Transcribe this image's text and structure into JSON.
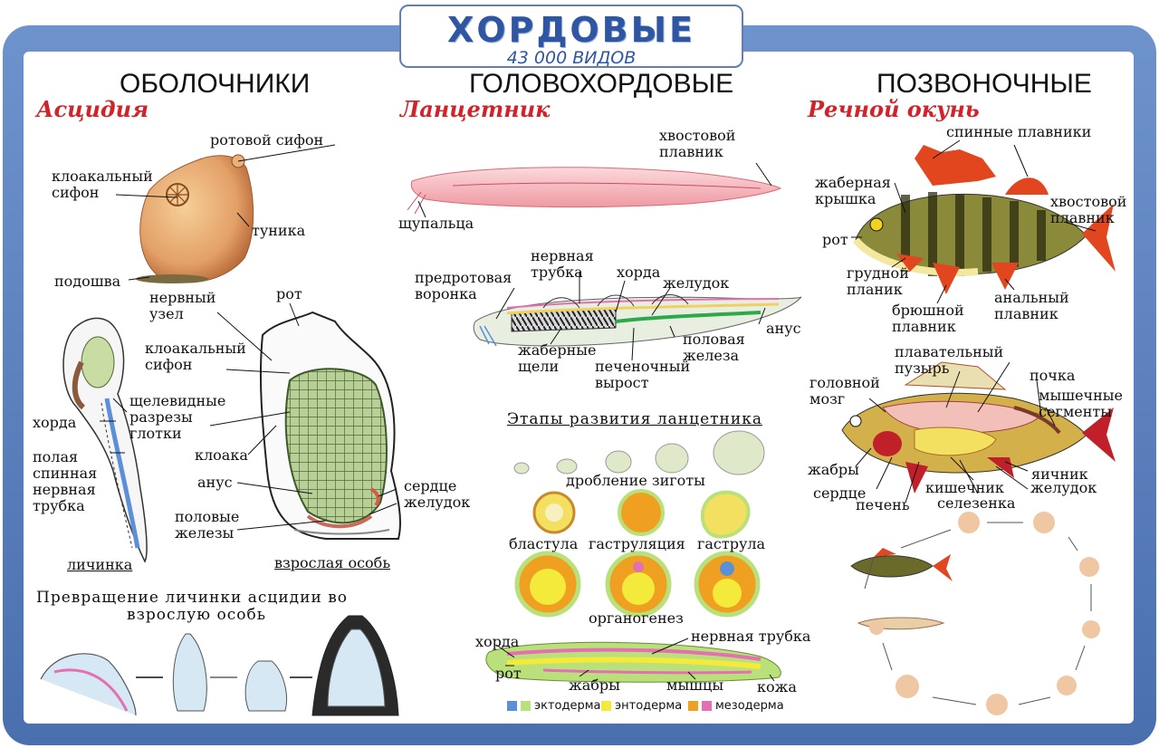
{
  "banner": {
    "title": "ХОРДОВЫЕ",
    "subtitle": "43 000 ВИДОВ"
  },
  "sections": {
    "tunicates": {
      "title": "ОБОЛОЧНИКИ",
      "species": "Асцидия"
    },
    "cephalochordates": {
      "title": "ГОЛОВОХОРДОВЫЕ",
      "species": "Ланцетник"
    },
    "vertebrates": {
      "title": "ПОЗВОНОЧНЫЕ",
      "species": "Речной окунь"
    }
  },
  "ascidian": {
    "oral_siphon": "ротовой сифон",
    "cloacal_siphon_top": [
      "клоакальный",
      "сифон"
    ],
    "tunic": "туника",
    "sole": "подошва",
    "nerve_ganglion": [
      "нервный",
      "узел"
    ],
    "mouth": "рот",
    "cloacal_siphon": [
      "клоакальный",
      "сифон"
    ],
    "gill_slits": [
      "щелевидные",
      "разрезы",
      "глотки"
    ],
    "chord": "хорда",
    "nerve_tube": [
      "полая",
      "спинная",
      "нервная",
      "трубка"
    ],
    "cloaca": "клоака",
    "anus": "анус",
    "gonads": [
      "половые",
      "железы"
    ],
    "heart": "сердце",
    "stomach": "желудок",
    "larva": "личинка",
    "adult": "взрослая особь",
    "transform_title": [
      "Превращение  личинки  асцидии во",
      "взрослую особь"
    ]
  },
  "lancelet": {
    "tail_fin": [
      "хвостовой",
      "плавник"
    ],
    "tentacles": "щупальца",
    "nerve_tube": [
      "нервная",
      "трубка"
    ],
    "preoral_funnel": [
      "предротовая",
      "воронка"
    ],
    "chord": "хорда",
    "stomach": "желудок",
    "anus": "анус",
    "gill_slits": [
      "жаберные",
      "щели"
    ],
    "liver_outgrowth": [
      "печеночный",
      "вырост"
    ],
    "gonad": [
      "половая",
      "железа"
    ],
    "stages_title": "Этапы развития ланцетника",
    "cleavage": "дробление зиготы",
    "blastula": "бластула",
    "gastrulation": "гаструляция",
    "gastrula": "гаструла",
    "organogenesis": "органогенез",
    "embryo_chord": "хорда",
    "embryo_nerve_tube": "нервная трубка",
    "embryo_mouth": "рот",
    "embryo_gills": "жабры",
    "embryo_muscles": "мышцы",
    "embryo_skin": "кожа",
    "legend": [
      {
        "label": "эктодерма",
        "colors": [
          "#5b8fd8",
          "#b9e07a"
        ]
      },
      {
        "label": "энтодерма",
        "colors": [
          "#f4ea3c"
        ]
      },
      {
        "label": "мезодерма",
        "colors": [
          "#f0a020",
          "#e46fb2"
        ]
      }
    ]
  },
  "perch": {
    "dorsal_fins": "спинные плавники",
    "gill_cover": [
      "жаберная",
      "крышка"
    ],
    "tail_fin": [
      "хвостовой",
      "плавник"
    ],
    "mouth": "рот",
    "pectoral_fin": [
      "грудной",
      "планик"
    ],
    "ventral_fin": [
      "брюшной",
      "плавник"
    ],
    "anal_fin": [
      "анальный",
      "плавник"
    ],
    "swim_bladder": [
      "плавательный",
      "пузырь"
    ],
    "brain": [
      "головной",
      "мозг"
    ],
    "kidney": "почка",
    "muscle_segments": [
      "мышечные",
      "сегменты"
    ],
    "gills": "жабры",
    "ovary": "яичник",
    "heart": "сердце",
    "intestine": "кишечник",
    "stomach": "желудок",
    "spleen": "селезенка",
    "liver": "печень"
  },
  "colors": {
    "frame": "#5a7fbf",
    "banner_text": "#2f56a3",
    "species": "#d2232a"
  }
}
